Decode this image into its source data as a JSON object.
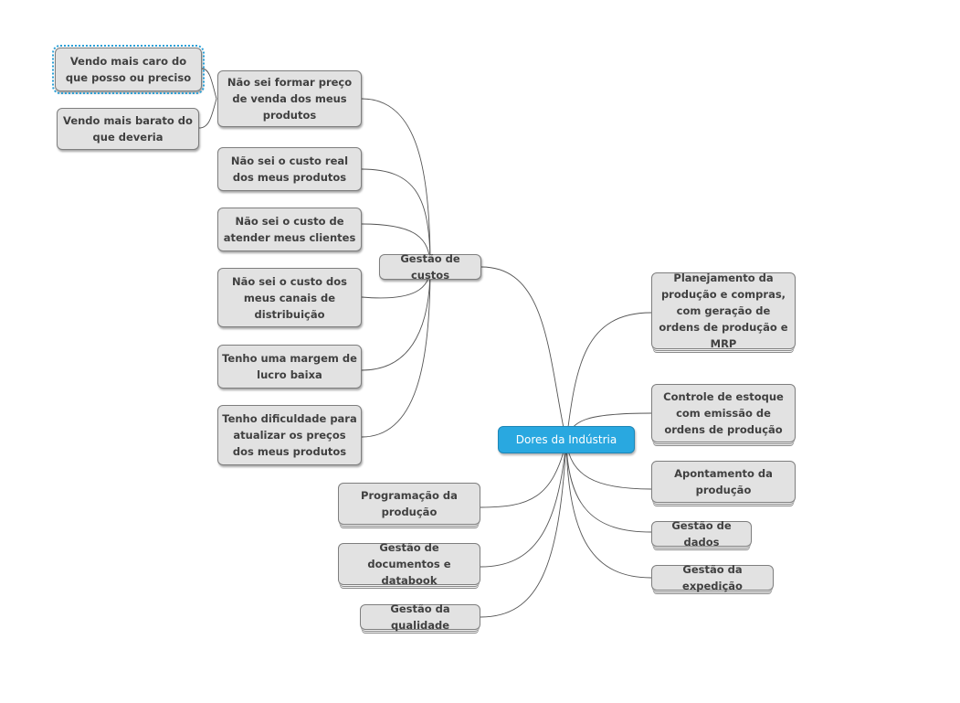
{
  "central": {
    "label": "Dores da Indústria",
    "color": "#29a8e0"
  },
  "left": {
    "gestao_custos": {
      "label": "Gestão de custos",
      "children": [
        "Não sei formar preço de venda dos meus produtos",
        "Não sei o custo real dos meus produtos",
        "Não sei o custo de atender meus clientes",
        "Não sei o custo dos meus canais de distribuição",
        "Tenho uma margem de lucro baixa",
        "Tenho dificuldade para atualizar os preços dos meus produtos"
      ],
      "pricing_children": [
        "Vendo mais caro do que posso ou preciso",
        "Vendo mais barato do que deveria"
      ]
    },
    "others": [
      "Programação da produção",
      "Gestão de documentos e databook",
      "Gestão da qualidade"
    ]
  },
  "right": [
    "Planejamento da produção e compras, com geração de ordens de produção e MRP",
    "Controle de estoque com emissão de ordens de produção",
    "Apontamento da produção",
    "Gestão de dados",
    "Gestão da expedição"
  ],
  "colors": {
    "node_fill": "#e2e2e2",
    "node_border": "#7e7e7e",
    "text": "#404040",
    "selection": "#2a9fd6"
  }
}
